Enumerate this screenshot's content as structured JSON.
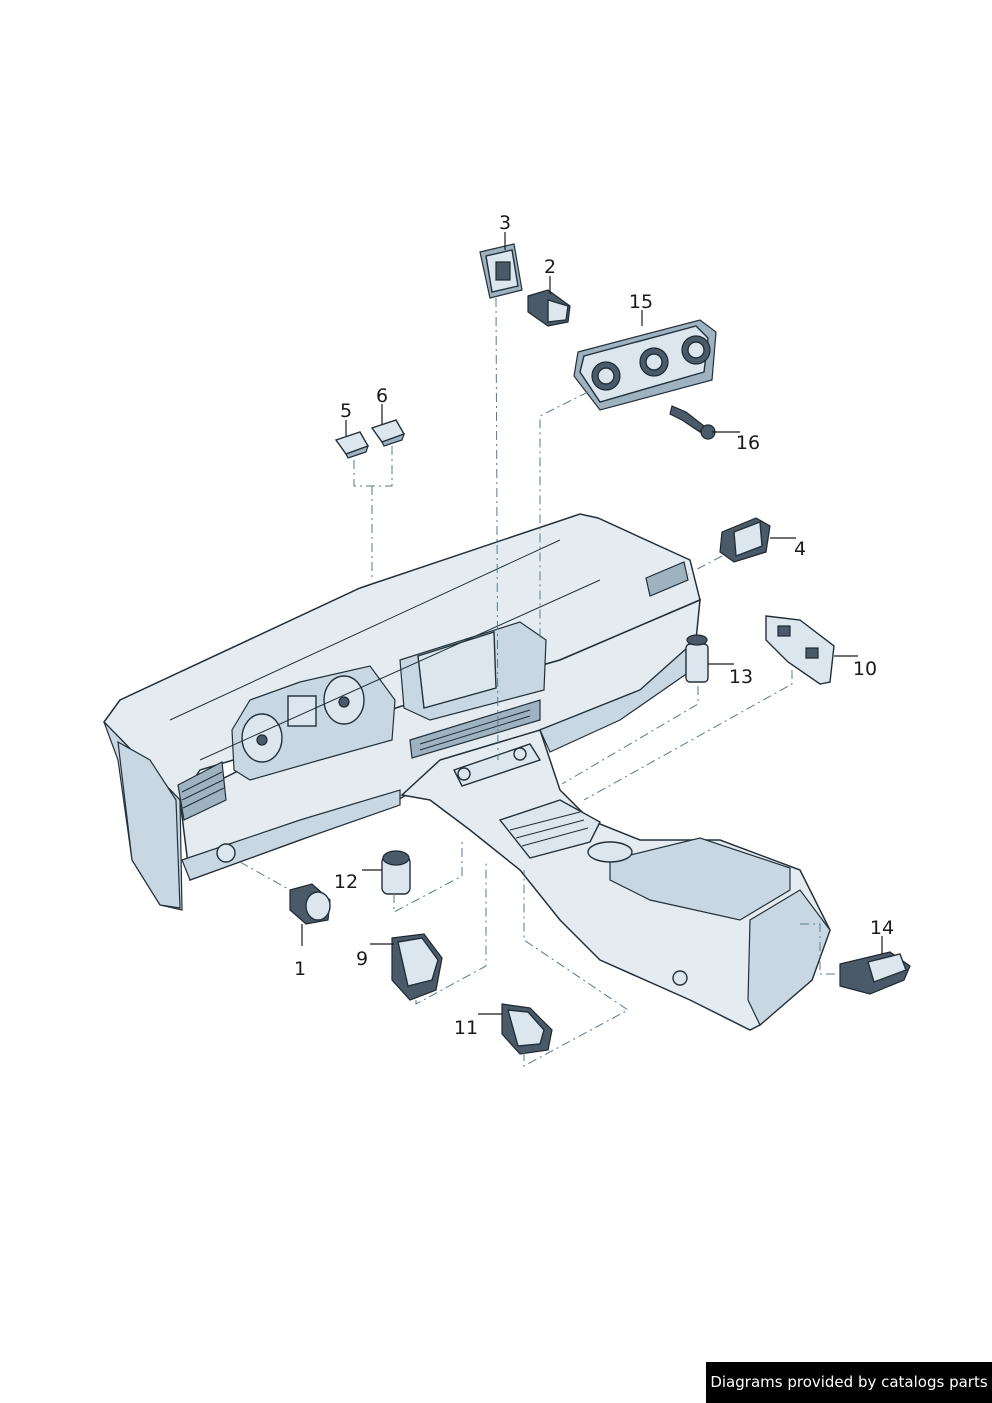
{
  "callouts": {
    "c1": "1",
    "c2": "2",
    "c3": "3",
    "c4": "4",
    "c5": "5",
    "c6": "6",
    "c9": "9",
    "c10": "10",
    "c11": "11",
    "c12": "12",
    "c13": "13",
    "c14": "14",
    "c15": "15",
    "c16": "16"
  },
  "credit": "Diagrams provided by catalogs parts",
  "colors": {
    "part_fill": "#dbe6ee",
    "outline": "#22303a",
    "dash_line": "#5a7a8a",
    "credit_bg": "#000000"
  }
}
